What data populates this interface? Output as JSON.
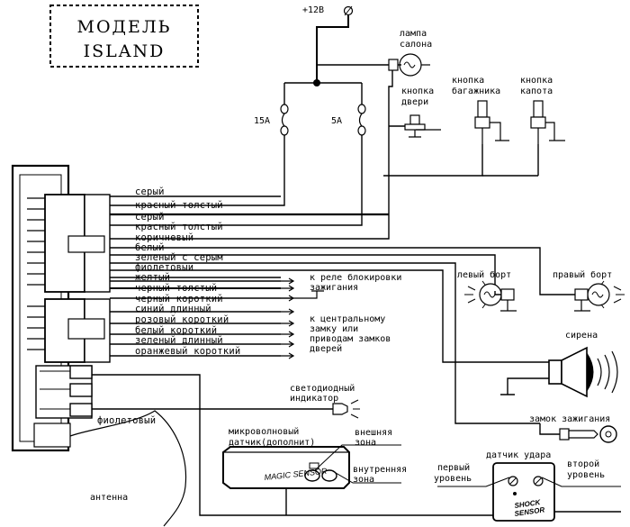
{
  "title": {
    "line1": "МОДЕЛЬ",
    "line2": "ISLAND"
  },
  "power": {
    "label": "+12В"
  },
  "fuses": {
    "left": "15А",
    "right": "5А"
  },
  "lamp_salon": {
    "line1": "лампа",
    "line2": "салона"
  },
  "door_button": {
    "line1": "кнопка",
    "line2": "двери"
  },
  "trunk_button": {
    "line1": "кнопка",
    "line2": "багажника"
  },
  "hood_button": {
    "line1": "кнопка",
    "line2": "капота"
  },
  "wires": [
    "серый",
    "красный толстый",
    "серый",
    "красный толстый",
    "коричневый",
    "белый",
    "зеленый с серым",
    "фиолетовый",
    "желтый",
    "черный толстый",
    "черный короткий",
    "синий длинный",
    "розовый короткий",
    "белый короткий",
    "зеленый длинный",
    "оранжевый короткий"
  ],
  "relay_note": {
    "line1": "к реле блокировки",
    "line2": "зажигания"
  },
  "locks_note": {
    "line1": "к центральному",
    "line2": "замку или",
    "line3": "приводам замков",
    "line4": "дверей"
  },
  "left_turn": "левый борт",
  "right_turn": "правый борт",
  "siren": "сирена",
  "indicator": {
    "line1": "светодиодный",
    "line2": "индикатор"
  },
  "violet_wire": "фиолетовый",
  "antenna": "антенна",
  "ignition": "замок зажигания",
  "microwave": {
    "title1": "микроволновый",
    "title2": "датчик(дополнит)",
    "outer1": "внешняя",
    "outer2": "зона",
    "inner1": "внутренняя",
    "inner2": "зона",
    "brand": "MAGIC SENSOR"
  },
  "shock": {
    "title": "датчик удара",
    "first1": "первый",
    "first2": "уровень",
    "second1": "второй",
    "second2": "уровень",
    "brand1": "SHOCK",
    "brand2": "SENSOR"
  }
}
